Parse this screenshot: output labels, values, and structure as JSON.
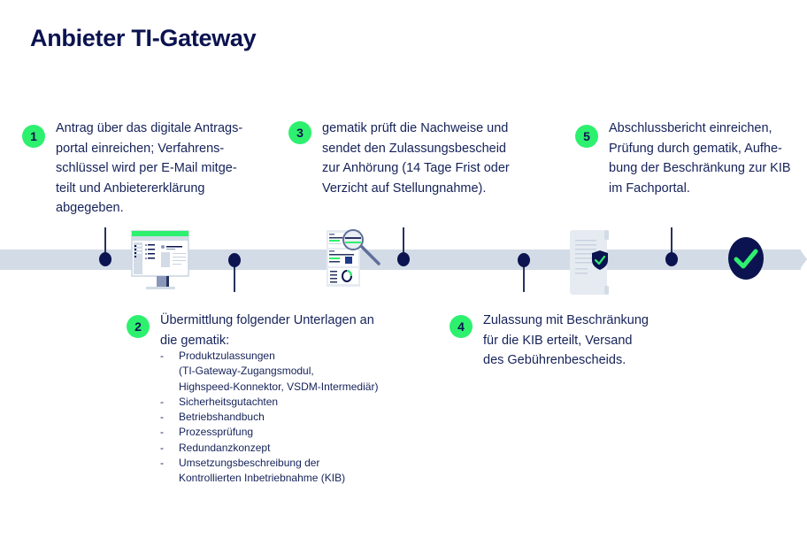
{
  "title": "Anbieter TI-Gateway",
  "colors": {
    "accent_green": "#2ef06f",
    "navy": "#0b1350",
    "timeline_bar": "#d2dbe6"
  },
  "steps": [
    {
      "number": "1",
      "text": "Antrag über das digitale Antrags-\nportal einreichen; Verfahrens-\nschlüssel wird per E-Mail mitge-\nteilt und Anbietererklärung\nabgegeben."
    },
    {
      "number": "2",
      "text": "Übermittlung folgender Unterlagen an\ndie gematik:",
      "list": [
        "Produktzulassungen\n(TI-Gateway-Zugangsmodul,\nHighspeed-Konnektor, VSDM-Intermediär)",
        "Sicherheitsgutachten",
        "Betriebshandbuch",
        "Prozessprüfung",
        "Redundanzkonzept",
        "Umsetzungsbeschreibung der\nKontrollierten Inbetriebnahme (KIB)"
      ],
      "bullet": "-"
    },
    {
      "number": "3",
      "text": "gematik prüft die Nachweise und\nsendet den Zulassungsbescheid\nzur Anhörung (14 Tage Frist oder\nVerzicht auf Stellungnahme)."
    },
    {
      "number": "4",
      "text": "Zulassung mit Beschränkung\nfür die KIB erteilt, Versand\ndes Gebührenbescheids."
    },
    {
      "number": "5",
      "text": "Abschlussbericht einreichen,\nPrüfung durch gematik, Aufhe-\nbung der Beschränkung zur KIB\nim Fachportal."
    }
  ],
  "illustrations": [
    "monitor-portal-icon",
    "document-magnifier-icon",
    "certificate-shield-icon",
    "checkmark-complete-icon"
  ]
}
